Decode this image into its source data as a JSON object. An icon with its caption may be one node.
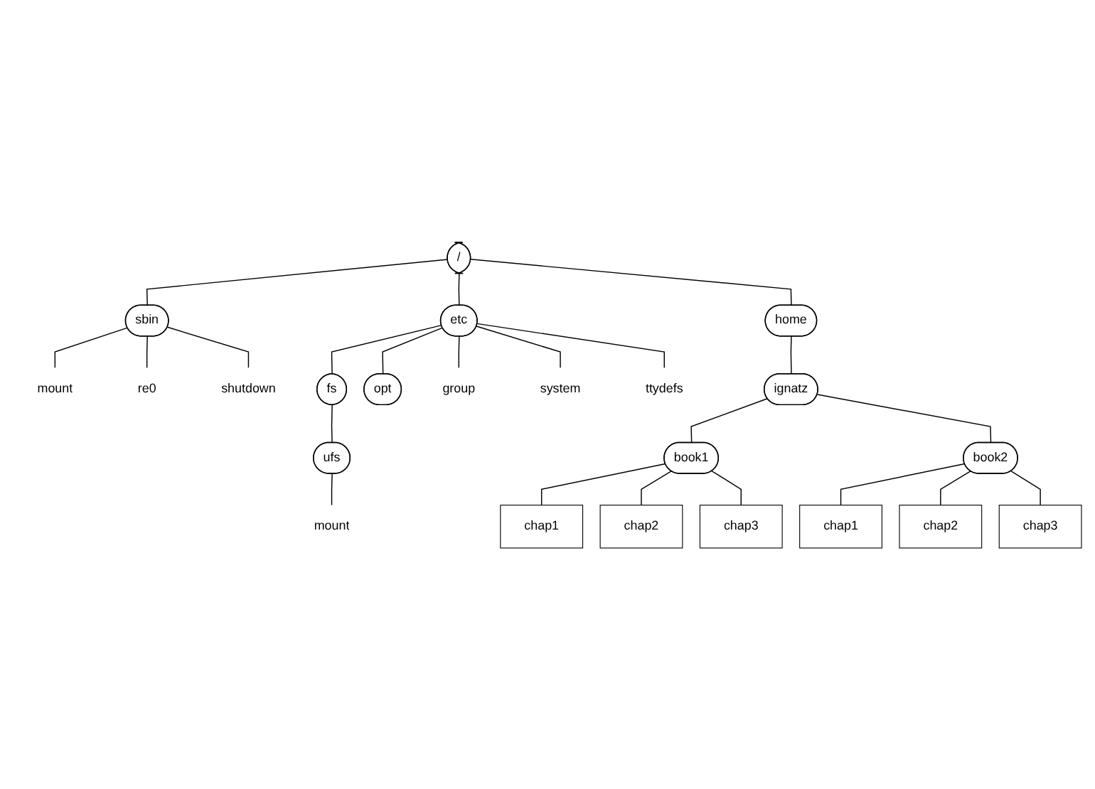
{
  "diagram": {
    "nodes": [
      {
        "text": [
          "/"
        ]
      },
      {
        "text": [
          "sbin"
        ]
      },
      {
        "text": [
          "etc"
        ]
      },
      {
        "text": [
          "home"
        ]
      },
      {
        "text": [
          "mount"
        ]
      },
      {
        "text": [
          "re0"
        ]
      },
      {
        "text": [
          "shutdown"
        ]
      },
      {
        "text": [
          "fs"
        ]
      },
      {
        "text": [
          "opt"
        ]
      },
      {
        "text": [
          "ufs"
        ]
      },
      {
        "text": [
          "mount"
        ]
      },
      {
        "text": [
          "group"
        ]
      },
      {
        "text": [
          "system"
        ]
      },
      {
        "text": [
          "ttydefs"
        ]
      },
      {
        "text": [
          "ignatz"
        ]
      },
      {
        "text": [
          "book1"
        ]
      },
      {
        "text": [
          "book2"
        ]
      },
      {
        "text": [
          "chap1"
        ]
      },
      {
        "text": [
          "chap2"
        ]
      },
      {
        "text": [
          "chap3"
        ]
      },
      {
        "text": [
          "chap1"
        ]
      },
      {
        "text": [
          "chap2"
        ]
      },
      {
        "text": [
          "chap3"
        ]
      }
    ],
    "edges": [
      {
        "from": 0,
        "to": 1,
        "arrow": "none"
      },
      {
        "from": 0,
        "to": 2,
        "arrow": "none"
      },
      {
        "from": 0,
        "to": 3,
        "arrow": "none"
      },
      {
        "from": 1,
        "to": 4,
        "arrow": "none"
      },
      {
        "from": 1,
        "to": 5,
        "arrow": "none"
      },
      {
        "from": 1,
        "to": 6,
        "arrow": "none"
      },
      {
        "from": 2,
        "to": 7,
        "arrow": "none"
      },
      {
        "from": 2,
        "to": 8,
        "arrow": "none"
      },
      {
        "from": 2,
        "to": 11,
        "arrow": "none"
      },
      {
        "from": 2,
        "to": 12,
        "arrow": "none"
      },
      {
        "from": 2,
        "to": 13,
        "arrow": "none"
      },
      {
        "from": 7,
        "to": 9,
        "arrow": "none"
      },
      {
        "from": 9,
        "to": 10,
        "arrow": "none"
      },
      {
        "from": 3,
        "to": 14,
        "arrow": "none"
      },
      {
        "from": 14,
        "to": 15,
        "arrow": "none"
      },
      {
        "from": 14,
        "to": 16,
        "arrow": "none"
      },
      {
        "from": 15,
        "to": 17,
        "arrow": "none"
      },
      {
        "from": 15,
        "to": 18,
        "arrow": "none"
      },
      {
        "from": 15,
        "to": 19,
        "arrow": "none"
      },
      {
        "from": 16,
        "to": 20,
        "arrow": "none"
      },
      {
        "from": 16,
        "to": 21,
        "arrow": "none"
      },
      {
        "from": 16,
        "to": 22,
        "arrow": "none"
      }
    ]
  }
}
